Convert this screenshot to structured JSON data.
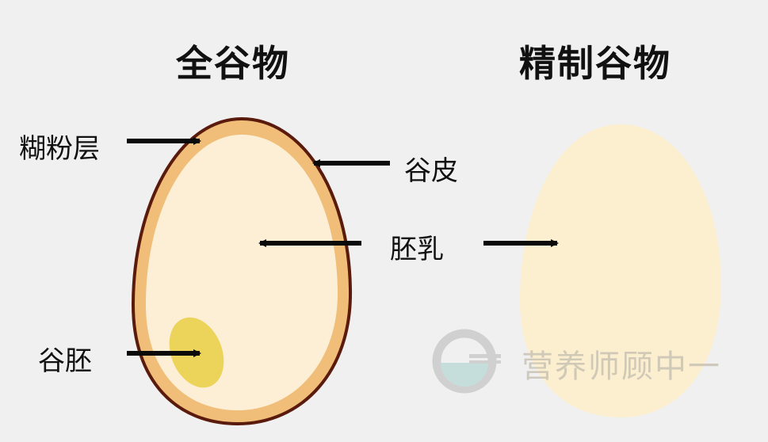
{
  "titles": {
    "whole_grain": "全谷物",
    "refined_grain": "精制谷物"
  },
  "labels": {
    "aleurone": "糊粉层",
    "bran": "谷皮",
    "endosperm": "胚乳",
    "germ": "谷胚"
  },
  "watermark": {
    "text": "营养师顾中一"
  },
  "colors": {
    "background": "#f0f0f0",
    "bran_outline": "#5a1a0c",
    "aleurone_layer": "#f0be78",
    "endosperm": "#fcefd6",
    "germ": "#ecd35a",
    "refined_grain": "#fcefcf",
    "arrow": "#0a0a0a"
  }
}
